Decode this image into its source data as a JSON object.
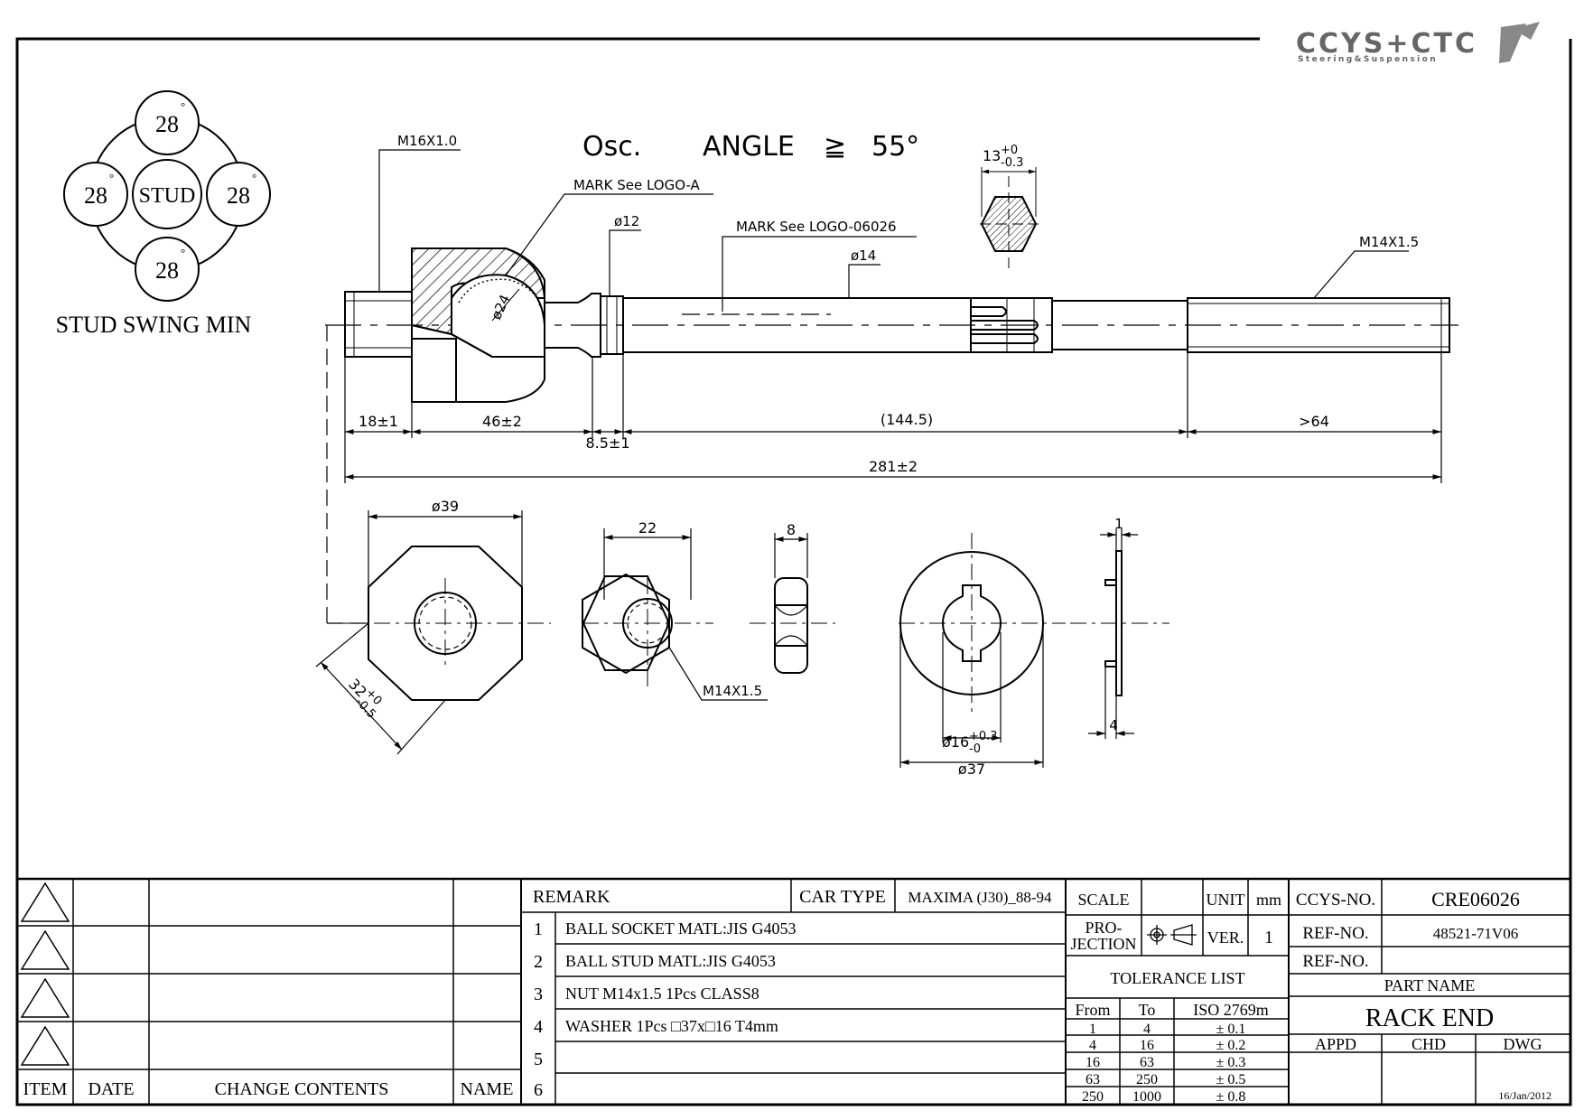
{
  "logo": {
    "brand": "CCYS+CTC",
    "tagline": "Steering&Suspension"
  },
  "stud_swing": {
    "center_label": "STUD",
    "angles": [
      "28",
      "28",
      "28",
      "28"
    ],
    "degree_mark": "°",
    "caption": "STUD SWING MIN"
  },
  "annotations": {
    "osc_label": "Osc.",
    "angle_label": "ANGLE",
    "angle_symbol": "≧",
    "angle_value": "55°",
    "thread_left": "M16X1.0",
    "mark_logo_a": "MARK See LOGO-A",
    "mark_logo_06026": "MARK See LOGO-06026",
    "dia_12": "ø12",
    "dia_14": "ø14",
    "dia_24": "ø24",
    "hex_section_main": "13",
    "hex_section_upper": "+0",
    "hex_section_lower": "-0.3",
    "thread_right": "M14X1.5"
  },
  "dimensions": {
    "d1": "18±1",
    "d2": "46±2",
    "d3": "8.5±1",
    "d4": "(144.5)",
    "d5": ">64",
    "total": "281±2"
  },
  "views": {
    "socket_dia": "ø39",
    "socket_across": "32",
    "socket_across_upper": "+0",
    "socket_across_lower": "-0.5",
    "nut_width": "22",
    "nut_thickness": "8",
    "nut_thread": "M14X1.5",
    "washer_inner": "ø16",
    "washer_inner_upper": "+0.3",
    "washer_inner_lower": "-0",
    "washer_outer": "ø37",
    "washer_thickness": "1",
    "washer_tab": "4"
  },
  "revision_block": {
    "headers": [
      "ITEM",
      "DATE",
      "CHANGE CONTENTS",
      "NAME"
    ]
  },
  "remarks": {
    "header": "REMARK",
    "car_type_label": "CAR TYPE",
    "car_type_value": "MAXIMA (J30)_88-94",
    "rows": [
      {
        "no": "1",
        "text": "BALL SOCKET MATL:JIS G4053"
      },
      {
        "no": "2",
        "text": "BALL STUD MATL:JIS G4053"
      },
      {
        "no": "3",
        "text": "NUT M14x1.5 1Pcs CLASS8"
      },
      {
        "no": "4",
        "text": "WASHER 1Pcs □37x□16 T4mm"
      },
      {
        "no": "5",
        "text": ""
      },
      {
        "no": "6",
        "text": ""
      }
    ]
  },
  "scale_block": {
    "scale_label": "SCALE",
    "unit_label": "UNIT",
    "unit_value": "mm",
    "projection_label_1": "PRO-",
    "projection_label_2": "JECTION",
    "ver_label": "VER.",
    "ver_value": "1",
    "tolerance_title": "TOLERANCE LIST",
    "tol_headers": [
      "From",
      "To",
      "ISO 2769m"
    ],
    "tolerances": [
      {
        "from": "1",
        "to": "4",
        "tol": "± 0.1"
      },
      {
        "from": "4",
        "to": "16",
        "tol": "± 0.2"
      },
      {
        "from": "16",
        "to": "63",
        "tol": "± 0.3"
      },
      {
        "from": "63",
        "to": "250",
        "tol": "± 0.5"
      },
      {
        "from": "250",
        "to": "1000",
        "tol": "± 0.8"
      }
    ]
  },
  "title_block": {
    "ccys_no_label": "CCYS-NO.",
    "ccys_no_value": "CRE06026",
    "ref_no_label": "REF-NO.",
    "ref_no_value": "48521-71V06",
    "ref_no2_label": "REF-NO.",
    "ref_no2_value": "",
    "part_name_label": "PART NAME",
    "part_name_value": "RACK END",
    "appd_label": "APPD",
    "chd_label": "CHD",
    "dwg_label": "DWG",
    "date": "16/Jan/2012"
  }
}
